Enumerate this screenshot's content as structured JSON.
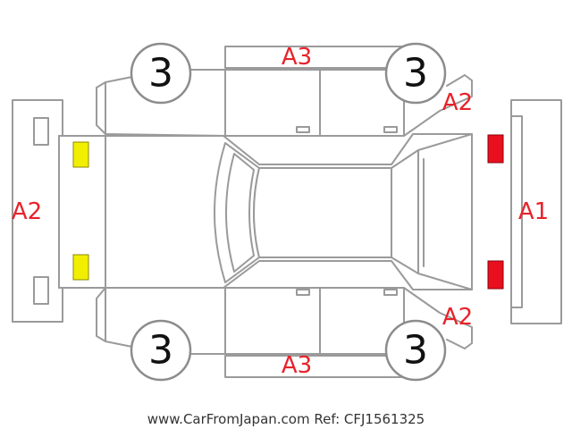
{
  "colors": {
    "code_text": "#e8232a",
    "marker_yellow": "#f2ee00",
    "marker_red": "#e8101e",
    "outline": "#9a9a9a"
  },
  "wheels": {
    "front_left": "3",
    "front_right": "3",
    "rear_left": "3",
    "rear_right": "3"
  },
  "damage_codes": {
    "roof_top": "A3",
    "roof_bottom": "A3",
    "rear_bumper": "A2",
    "front_right_fender": "A2",
    "front_left_fender": "A2",
    "front_bumper": "A1"
  },
  "markers": {
    "rear_left": "yellow",
    "rear_right": "yellow",
    "front_top": "red",
    "front_bottom": "red"
  },
  "footer": "www.CarFromJapan.com  Ref: CFJ1561325"
}
